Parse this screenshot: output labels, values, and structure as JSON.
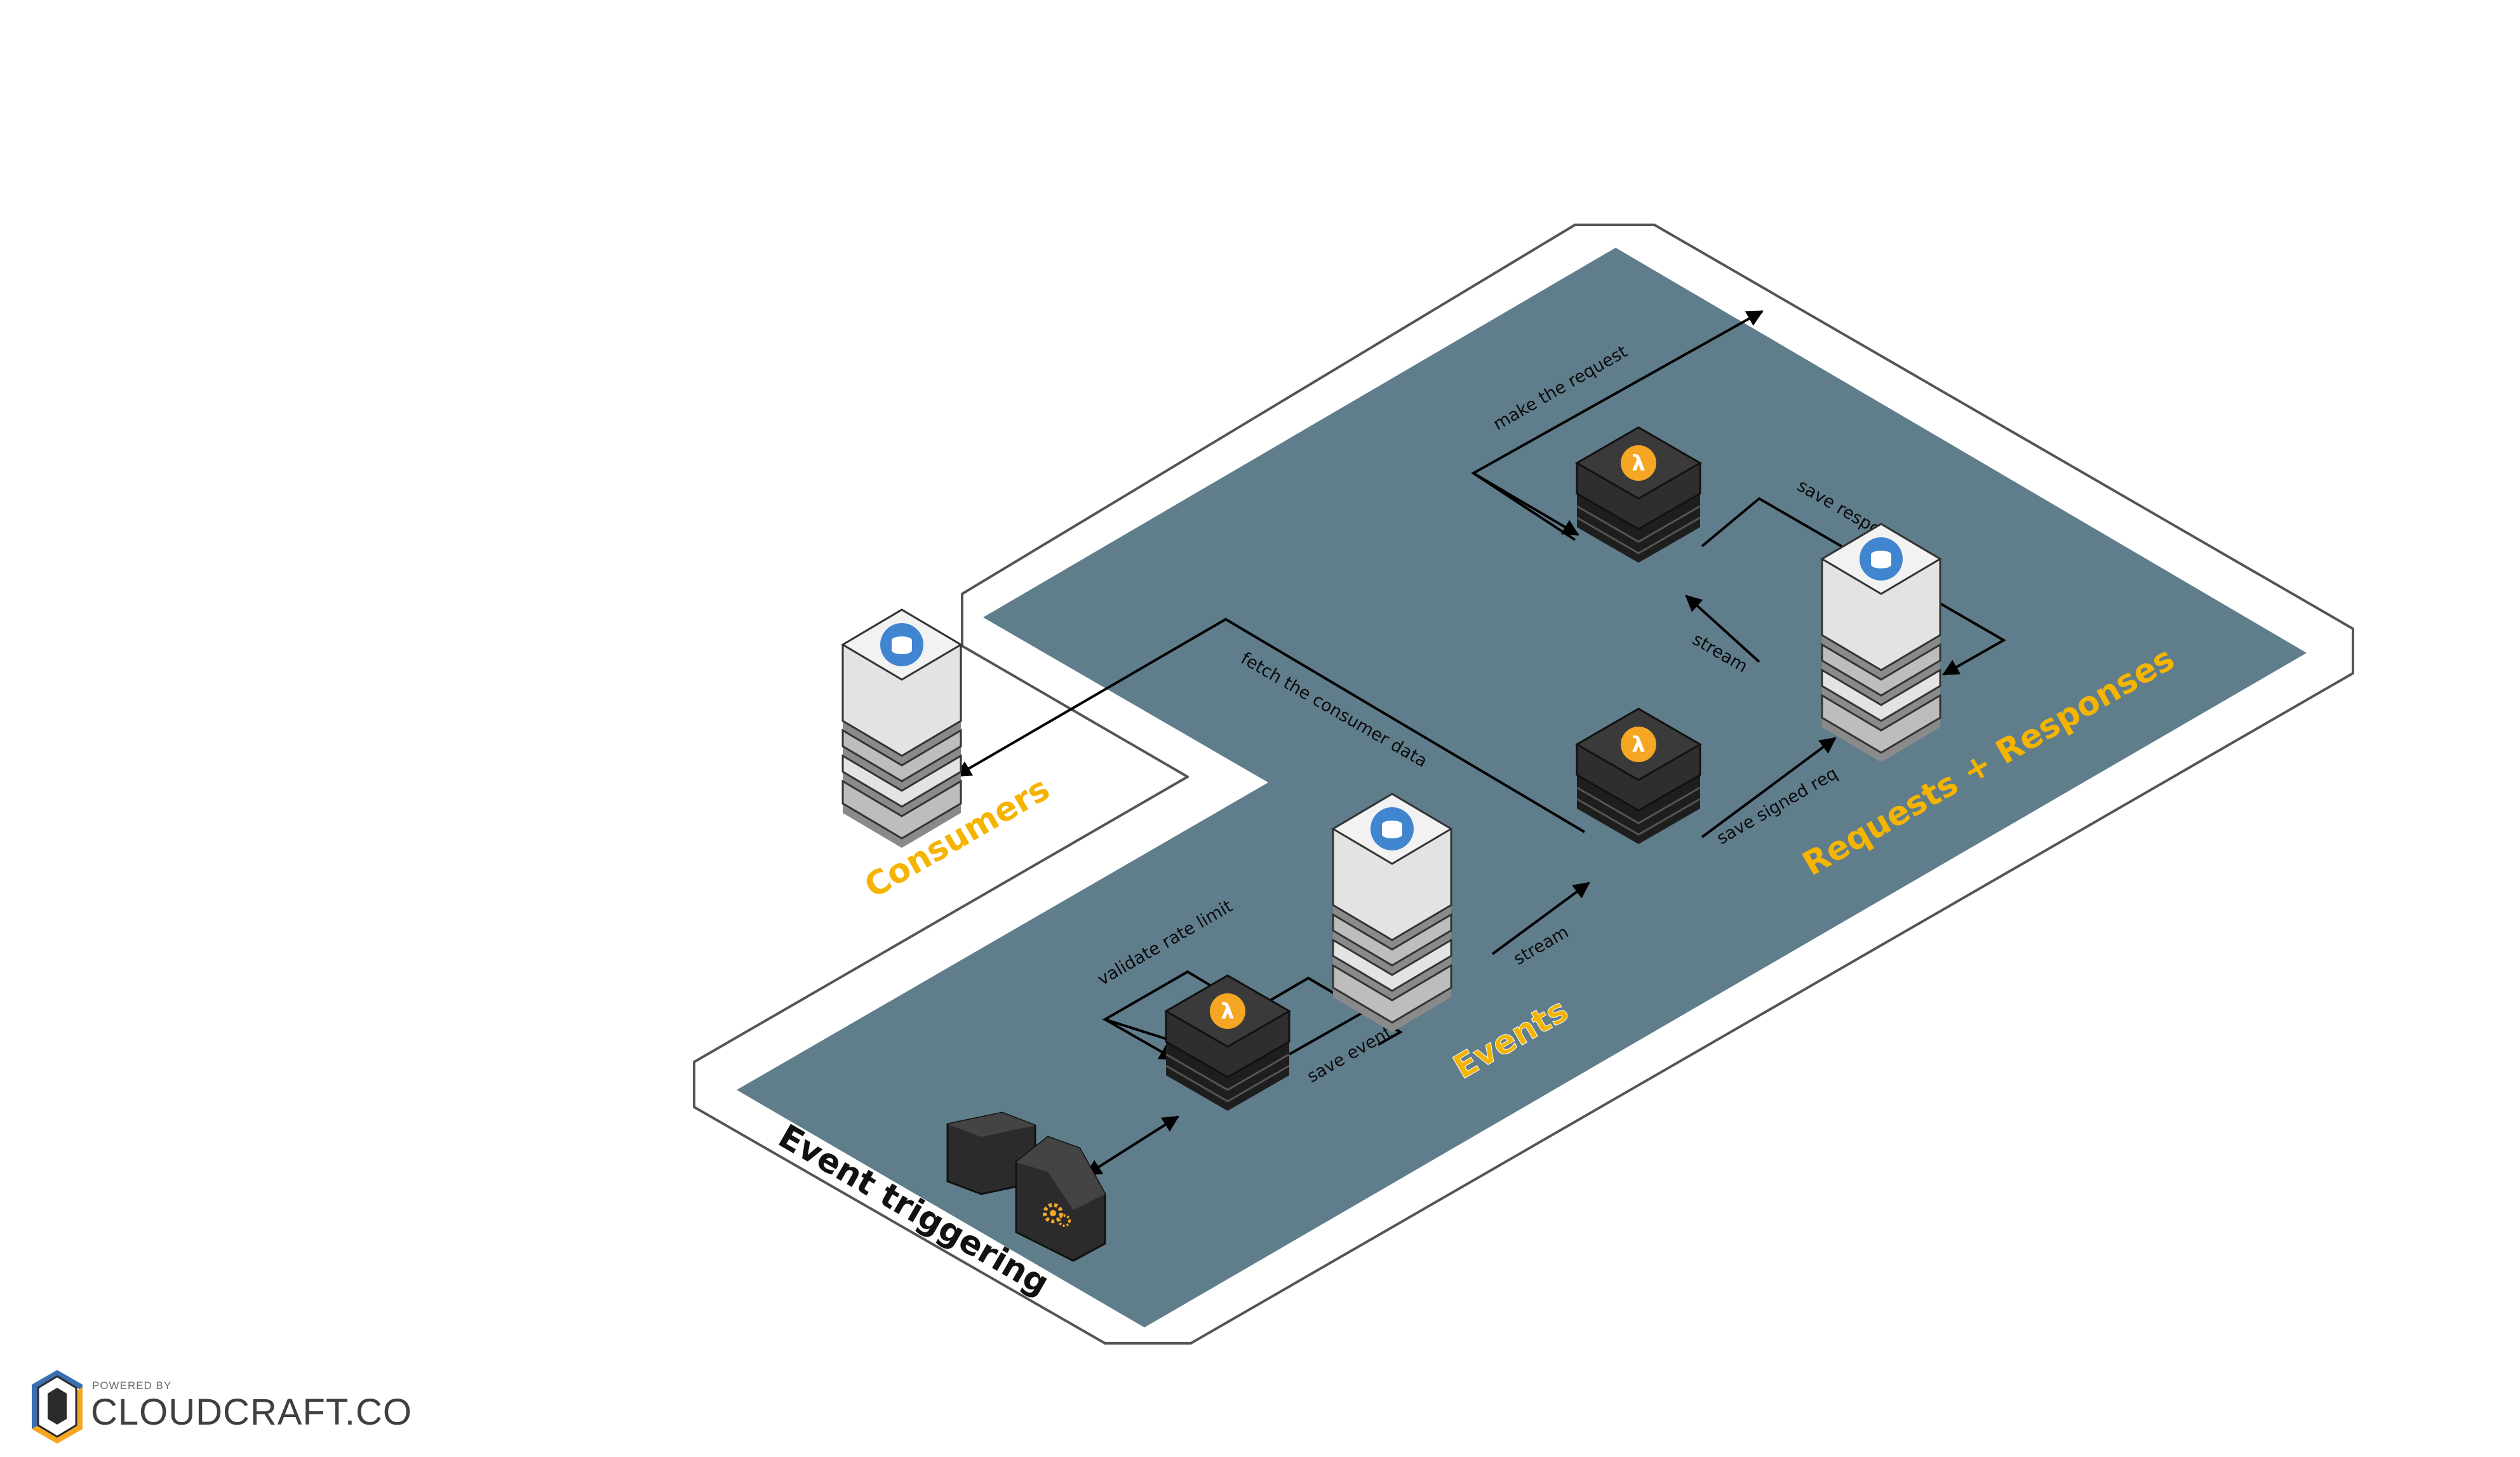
{
  "colors": {
    "zone_fill": "#607d8b",
    "outline": "#555555",
    "label_accent": "#f4b400",
    "lambda_dark": "#262626",
    "lambda_badge": "#f5a623",
    "dynamo_light": "#dcdcdc",
    "dynamo_badge": "#3f85d0"
  },
  "zones": {
    "event_triggering": "Event triggering",
    "events": "Events",
    "consumers": "Consumers",
    "requests_responses": "Requests + Responses"
  },
  "edges": {
    "validate_rate_limit": "validate rate limit",
    "save_event": "save event",
    "stream_events": "stream",
    "fetch_consumer_data": "fetch the consumer data",
    "save_signed_req": "save signed req",
    "stream_requests": "stream",
    "save_response": "save response",
    "make_request": "make the request"
  },
  "nodes": {
    "trigger": {
      "icon": "gear-icon"
    },
    "lambda_validate": {
      "icon": "lambda-icon"
    },
    "lambda_sign": {
      "icon": "lambda-icon"
    },
    "lambda_request": {
      "icon": "lambda-icon"
    },
    "dynamo_consumers": {
      "icon": "dynamodb-icon"
    },
    "dynamo_events": {
      "icon": "dynamodb-icon"
    },
    "dynamo_requests": {
      "icon": "dynamodb-icon"
    }
  },
  "branding": {
    "powered_by": "POWERED BY",
    "brand": "CLOUDCRAFT.CO"
  }
}
